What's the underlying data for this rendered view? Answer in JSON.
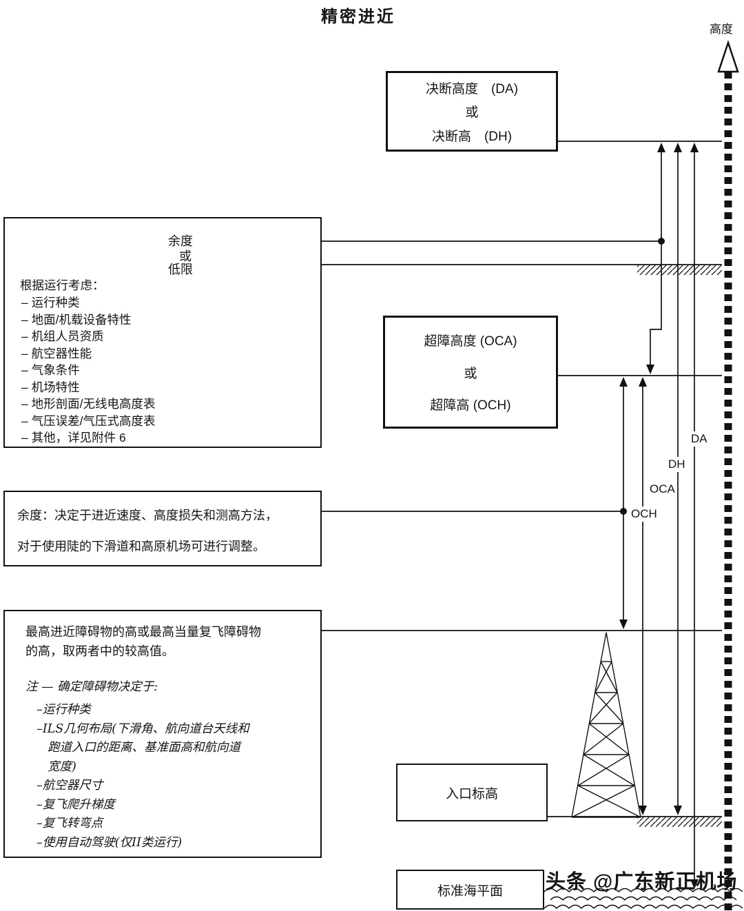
{
  "title": "精密进近",
  "axis_label": "高度",
  "colors": {
    "ink": "#111111",
    "paper": "#ffffff"
  },
  "da_dh_box": {
    "line1": "决断高度　(DA)",
    "line2": "或",
    "line3": "决断高　(DH)"
  },
  "oca_och_box": {
    "line1": "超障高度 (OCA)",
    "line2": "或",
    "line3": "超障高 (OCH)"
  },
  "considerations": {
    "margin_label": "余度",
    "or_label": "或",
    "lower_limit_label": "低限",
    "heading": "根据运行考虑：",
    "items": [
      "– 运行种类",
      "– 地面/机载设备特性",
      "– 机组人员资质",
      "– 航空器性能",
      "– 气象条件",
      "– 机场特性",
      "– 地形剖面/无线电高度表",
      "– 气压误差/气压式高度表",
      "– 其他，详见附件 6"
    ]
  },
  "margin_note": {
    "line1": "余度：决定于进近速度、高度损失和测高方法，",
    "line2": "对于使用陡的下滑道和高原机场可进行调整。"
  },
  "obstacle_note": {
    "line1": "最高进近障碍物的高或最高当量复飞障碍物",
    "line2": "的高，取两者中的较高值。",
    "note_heading": "注 — 确定障碍物决定于:",
    "items": [
      "–运行种类",
      "–ILS几何布局(下滑角、航向道台天线和",
      "跑道入口的距离、基准面高和航向道",
      "宽度)",
      "–航空器尺寸",
      "–复飞爬升梯度",
      "–复飞转弯点",
      "–使用自动驾驶(仅II类运行)"
    ]
  },
  "threshold_box": {
    "label": "入口标高"
  },
  "sea_level_box": {
    "label": "标准海平面"
  },
  "arrow_labels": {
    "da": "DA",
    "dh": "DH",
    "oca": "OCA",
    "och": "OCH"
  },
  "watermark": "头条 @广东新正机场"
}
